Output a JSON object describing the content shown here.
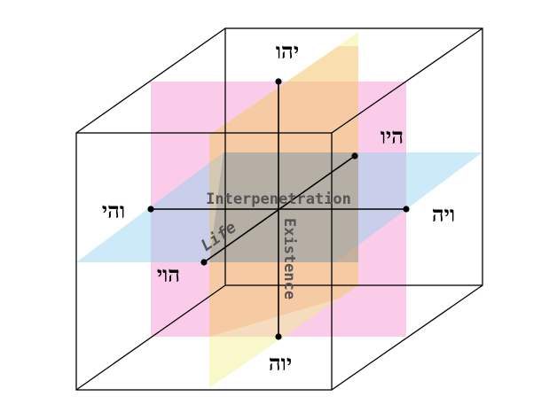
{
  "diagram": {
    "labels": {
      "top": "יהו",
      "bottom": "יוה",
      "left": "והי",
      "right": "ויה",
      "back_right": "היו",
      "front_left": "הוי"
    },
    "plane_labels": {
      "horizontal": "Interpenetration",
      "diagonal": "Life",
      "vertical": "Existence"
    },
    "colors": {
      "pink_plane": "#f06cc0",
      "yellow_plane": "#f2f08a",
      "blue_plane": "#8fd0ee",
      "orange_overlay": "#f5a46a",
      "gray_center": "#9a9a9a",
      "label_text": "#555555"
    }
  }
}
